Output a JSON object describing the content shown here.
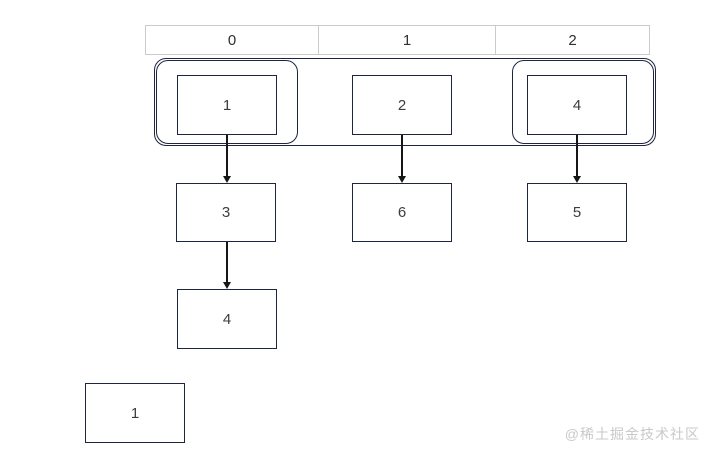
{
  "header": {
    "cells": [
      "0",
      "1",
      "2"
    ]
  },
  "nodes": {
    "head0": "1",
    "head1": "2",
    "head2": "4",
    "child0": "3",
    "child1": "6",
    "child2": "5",
    "grandchild0": "4",
    "isolated": "1"
  },
  "diagram": {
    "type": "hash-table-separate-chaining",
    "buckets": [
      {
        "index": "0",
        "chain": [
          "1",
          "3",
          "4"
        ]
      },
      {
        "index": "1",
        "chain": [
          "2",
          "6"
        ]
      },
      {
        "index": "2",
        "chain": [
          "4",
          "5"
        ]
      }
    ],
    "highlighted_heads": [
      "1",
      "4"
    ],
    "isolated_node": "1"
  },
  "watermark": "@稀土掘金技术社区",
  "colors": {
    "node_border": "#1d2540",
    "header_border": "#cbcbcb",
    "arrow": "#161616",
    "text": "#3d3d3d",
    "watermark": "#c9c9c9"
  }
}
